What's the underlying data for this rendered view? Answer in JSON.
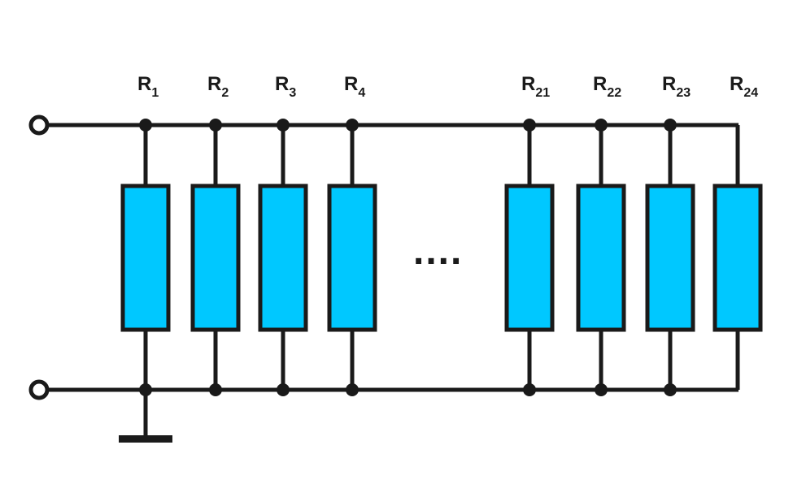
{
  "colors": {
    "wire": "#1a1a1a",
    "resistor_fill": "#00c8ff",
    "resistor_stroke": "#1a1a1a",
    "node": "#1a1a1a",
    "background": "#ffffff"
  },
  "resistors": [
    {
      "base": "R",
      "sub": "1"
    },
    {
      "base": "R",
      "sub": "2"
    },
    {
      "base": "R",
      "sub": "3"
    },
    {
      "base": "R",
      "sub": "4"
    },
    {
      "base": "R",
      "sub": "21"
    },
    {
      "base": "R",
      "sub": "22"
    },
    {
      "base": "R",
      "sub": "23"
    },
    {
      "base": "R",
      "sub": "24"
    }
  ],
  "ellipsis": "....",
  "terminals": [
    "top-terminal",
    "bottom-terminal"
  ],
  "ground_symbol": "ground-icon"
}
